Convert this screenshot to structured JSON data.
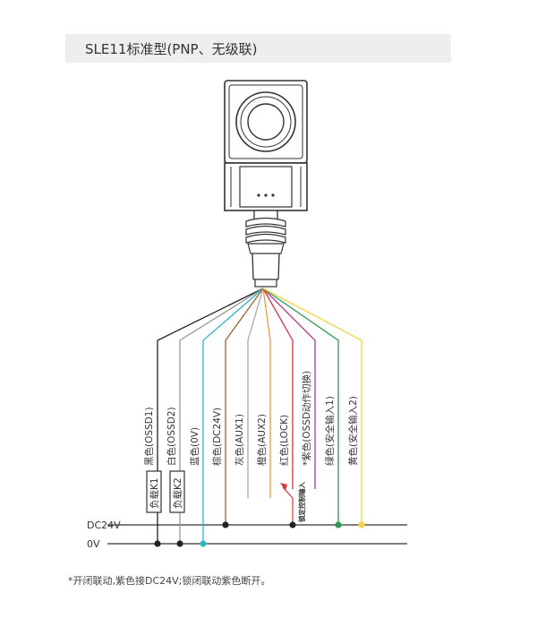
{
  "header": {
    "title": "SLE11标准型(PNP、无级联)"
  },
  "wires": [
    {
      "label": "黑色(OSSD1)",
      "color": "#222222"
    },
    {
      "label": "白色(OSSD2)",
      "color": "#9a9a9a"
    },
    {
      "label": "蓝色(0V)",
      "color": "#29b6c6"
    },
    {
      "label": "棕色(DC24V)",
      "color": "#a0622a"
    },
    {
      "label": "灰色(AUX1)",
      "color": "#a8a8a8"
    },
    {
      "label": "橙色(AUX2)",
      "color": "#f29a38"
    },
    {
      "label": "红色(LOCK)",
      "color": "#d93640"
    },
    {
      "label": "*紫色(OSSD动作切换)",
      "color": "#b03a8c"
    },
    {
      "label": "绿色(安全输入1)",
      "color": "#2a9a52"
    },
    {
      "label": "黄色(安全输入2)",
      "color": "#f2d640"
    }
  ],
  "loads": [
    {
      "label": "负载K1"
    },
    {
      "label": "负载K2"
    }
  ],
  "lock_annotation": "锁定控制输入",
  "rails": {
    "dc24v": "DC24V",
    "zero_v": "0V"
  },
  "footnote": "*开闭联动,紫色接DC24V;锁闭联动紫色断开。"
}
